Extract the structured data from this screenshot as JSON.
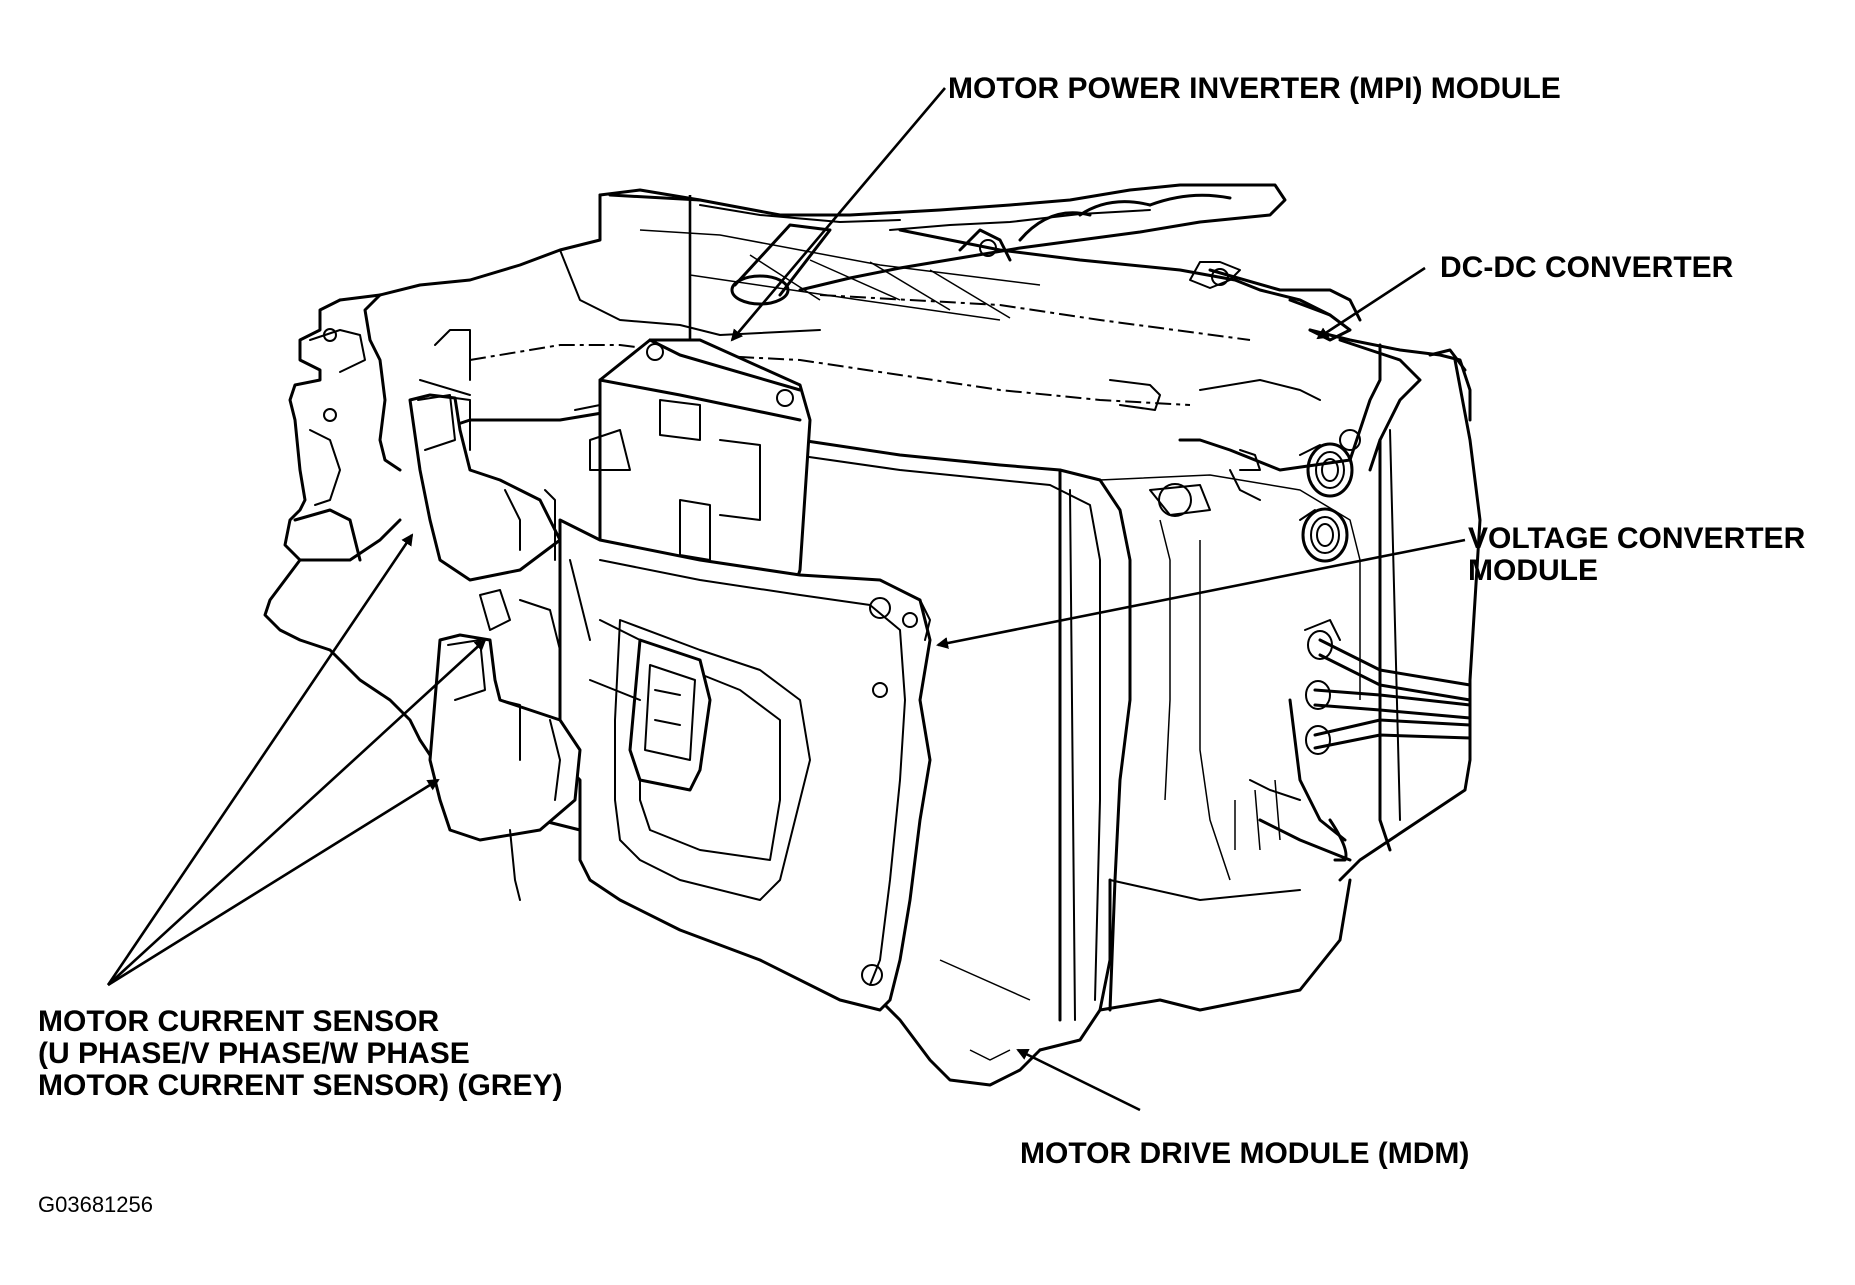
{
  "labels": {
    "mpi_module": "MOTOR POWER INVERTER (MPI) MODULE",
    "dcdc_converter": "DC-DC CONVERTER",
    "voltage_converter_line1": "VOLTAGE CONVERTER",
    "voltage_converter_line2": "MODULE",
    "current_sensor_line1": "MOTOR CURRENT SENSOR",
    "current_sensor_line2": "(U PHASE/V PHASE/W PHASE",
    "current_sensor_line3": "MOTOR CURRENT SENSOR) (GREY)",
    "mdm": "MOTOR DRIVE MODULE (MDM)"
  },
  "figure_code": "G03681256",
  "colors": {
    "line": "#000000",
    "background": "#ffffff"
  }
}
